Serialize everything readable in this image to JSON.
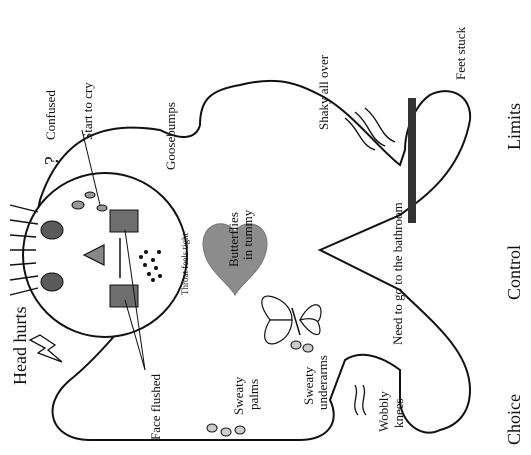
{
  "labels": {
    "head_hurts": "Head hurts",
    "confused": "Confused",
    "start_to_cry": "Start to cry",
    "question_mark": "?",
    "goosebumps": "Goosebumps",
    "shaky_all_over": "Shaky all over",
    "feet_stuck": "Feet stuck",
    "throat_feels_tight": "Throat feels tight",
    "butterflies_line1": "Butterflies",
    "butterflies_line2": "in tummy",
    "need_bathroom": "Need to go to the bathroom",
    "face_flushed": "Face flushed",
    "sweaty_palms_line1": "Sweaty",
    "sweaty_palms_line2": "palms",
    "sweaty_underarms_line1": "Sweaty",
    "sweaty_underarms_line2": "underarms",
    "wobbly_knees_line1": "Wobbly",
    "wobbly_knees_line2": "knees",
    "choice": "Choice",
    "control": "Control",
    "limits": "Limits"
  },
  "colors": {
    "ink": "#111111",
    "heart": "#8c8c8c",
    "cheek": "#6e6e6e",
    "eye": "#5a5a5a"
  }
}
